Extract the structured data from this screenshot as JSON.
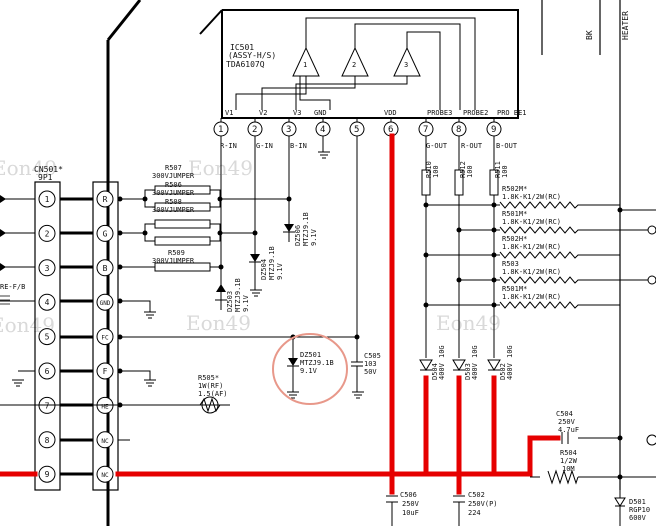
{
  "ic": {
    "ref": "IC501",
    "sub": "(ASSY-H/S)",
    "part": "TDA6107Q",
    "amp_labels": [
      "1",
      "2",
      "3"
    ],
    "pins": [
      {
        "num": "1",
        "name": "V1",
        "signal": "R-IN"
      },
      {
        "num": "2",
        "name": "V2",
        "signal": "G-IN"
      },
      {
        "num": "3",
        "name": "V3",
        "signal": "B-IN"
      },
      {
        "num": "4",
        "name": "GND",
        "signal": ""
      },
      {
        "num": "5",
        "name": "",
        "signal": ""
      },
      {
        "num": "6",
        "name": "VDD",
        "signal": ""
      },
      {
        "num": "7",
        "name": "PROBE3",
        "signal": "G-OUT"
      },
      {
        "num": "8",
        "name": "PROBE2",
        "signal": "R-OUT"
      },
      {
        "num": "9",
        "name": "PRO BE1",
        "signal": "B-OUT"
      }
    ]
  },
  "connector_left": {
    "ref": "CN501*",
    "type": "9P1",
    "pins": [
      "1",
      "2",
      "3",
      "4",
      "5",
      "6",
      "7",
      "8",
      "9"
    ]
  },
  "connector_right": {
    "pins": [
      "R",
      "G",
      "B",
      "GND",
      "FC",
      "F",
      "HE",
      "NC",
      "NC"
    ]
  },
  "top_labels": {
    "bk": "BK",
    "heater": "HEATER"
  },
  "side_note": "RE-F/B",
  "components": {
    "r507": [
      "R507",
      "300VJUMPER"
    ],
    "r506": [
      "R506",
      "300VJUMPER"
    ],
    "r508": [
      "R508",
      "300VJUMPER"
    ],
    "r509": [
      "R509",
      "300VJUMPER"
    ],
    "dz503": [
      "DZ503",
      "MTZJ9.1B",
      "9.1V"
    ],
    "dz504": [
      "DZ504",
      "MTZJ9.1B",
      "9.1V"
    ],
    "dz506": [
      "DZ506",
      "MTZJ9.1B",
      "9.1V"
    ],
    "r510": [
      "R510",
      "100"
    ],
    "r512": [
      "R512",
      "100"
    ],
    "r511": [
      "R511",
      "100"
    ],
    "r502": [
      "R502M*",
      "1.8K-K1/2W(RC)"
    ],
    "r501": [
      "R501M*",
      "1.8K-K1/2W(RC)"
    ],
    "r503a": [
      "R502H*",
      "1.8K-K1/2W(RC)"
    ],
    "r503": [
      "R503",
      "1.8K-K1/2W(RC)"
    ],
    "r504a": [
      "R501M*",
      "1.8K-K1/2W(RC)"
    ],
    "dz501": [
      "DZ501",
      "MTZJ9.1B",
      "9.1V"
    ],
    "c505": [
      "C505",
      "103",
      "50V"
    ],
    "r505": [
      "R505*",
      "1W(RF)",
      "1.5(AF)"
    ],
    "d504": [
      "D504",
      "400V",
      "10G"
    ],
    "d503": [
      "D503",
      "400V",
      "10G"
    ],
    "d502": [
      "D502",
      "400V",
      "10G"
    ],
    "c504": [
      "C504",
      "250V",
      "4.7uF"
    ],
    "r504": [
      "R504",
      "1/2W",
      "10M"
    ],
    "c506": [
      "C506",
      "250V",
      "10uF"
    ],
    "c502": [
      "C502",
      "250V(P)",
      "224"
    ],
    "d501": [
      "D501",
      "RGP10",
      "600V"
    ]
  },
  "watermarks": [
    "Eon49",
    "Eon49",
    "Eon49",
    "Eon49",
    "Eon49"
  ],
  "colors": {
    "line": "#000000",
    "highlight": "#e60000",
    "circle": "#e8988a",
    "watermark": "#d9d9d9"
  }
}
